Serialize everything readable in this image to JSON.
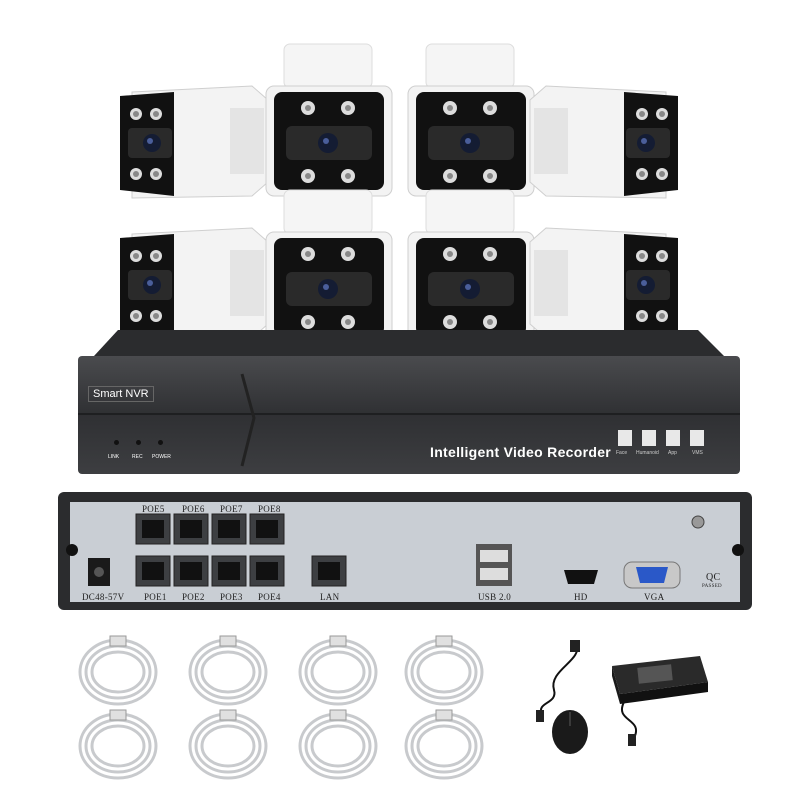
{
  "front_panel": {
    "brand_label": "Smart NVR",
    "title": "Intelligent Video Recorder",
    "indicators": [
      {
        "label": "LINK"
      },
      {
        "label": "REC"
      },
      {
        "label": "POWER"
      }
    ],
    "feature_labels": [
      "Face",
      "Humanoid",
      "App",
      "VMS"
    ]
  },
  "back_panel": {
    "poe_top": [
      "POE5",
      "POE6",
      "POE7",
      "POE8"
    ],
    "poe_bottom": [
      "POE1",
      "POE2",
      "POE3",
      "POE4"
    ],
    "dc_label": "DC48-57V",
    "lan_label": "LAN",
    "usb_label": "USB 2.0",
    "hd_label": "HD",
    "vga_label": "VGA",
    "qc_label": "QC",
    "qc_sub": "PASSED"
  },
  "colors": {
    "nvr_body": "#3a3b3d",
    "back_panel": "#c9ced4",
    "camera_body": "#f2f2f2",
    "camera_face": "#1a1a1a",
    "cable": "#d7d9dc"
  }
}
